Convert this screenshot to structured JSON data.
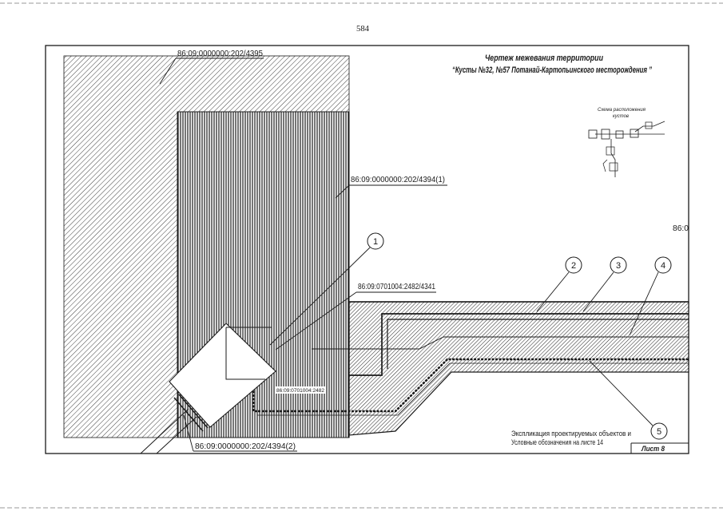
{
  "page": {
    "number": "584"
  },
  "title": {
    "line1": "Чертеж межевания территории",
    "line2": "“Кусты №32, №57 Потанай-Картопьинского месторождения ”"
  },
  "inset": {
    "title_line1": "Схема расположения",
    "title_line2": "кустов"
  },
  "parcels": {
    "p4395": "86:09:0000000:202/4395",
    "p4394_1": "86:09:0000000:202/4394(1)",
    "p4341": "86:09:0701004:2482/4341",
    "p4394_2": "86:09:0000000:202/4394(2)",
    "p2482_small": "86:09:0701004:2482",
    "edge_label": "86:0"
  },
  "callouts": [
    "1",
    "2",
    "3",
    "4",
    "5"
  ],
  "notes": {
    "explication_line1": "Экспликация проектируемых объектов и",
    "explication_line2": "Условные обозначения на листе 14"
  },
  "sheet": {
    "label": "Лист 8"
  },
  "colors": {
    "ink": "#1a1a1a",
    "paper": "#ffffff"
  }
}
